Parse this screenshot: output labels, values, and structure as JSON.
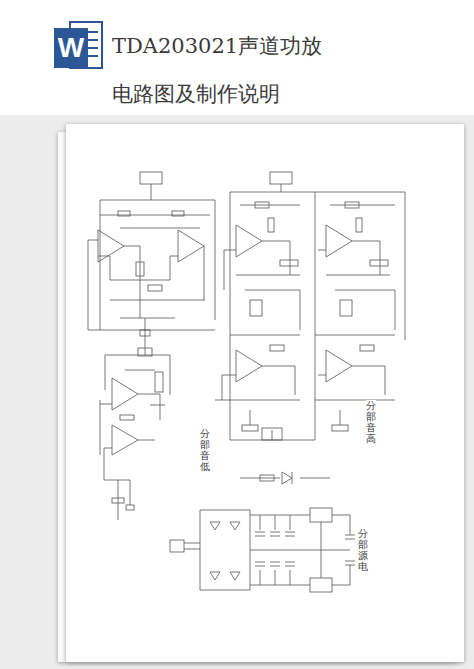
{
  "diagram": {
    "title": "TDA203021声道功放 电路图及制作说明",
    "labels": [
      "W",
      "分部音高",
      "分部音低",
      "分部源电"
    ]
  }
}
